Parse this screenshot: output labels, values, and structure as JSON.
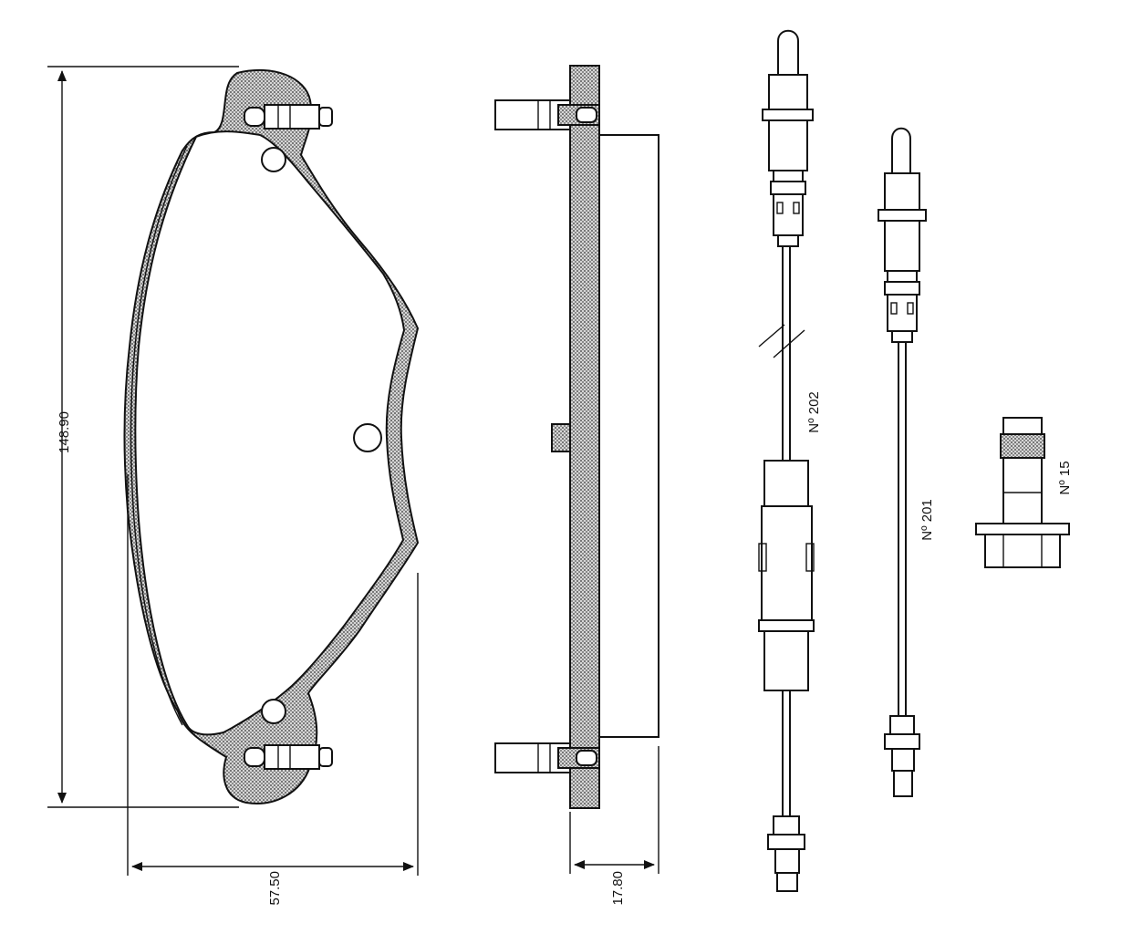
{
  "dimensions": {
    "height": "148.90",
    "width": "57.50",
    "thickness": "17.80"
  },
  "wear_sensors": {
    "long": "Nº 202",
    "short": "Nº 201"
  },
  "bolt": "Nº 15"
}
